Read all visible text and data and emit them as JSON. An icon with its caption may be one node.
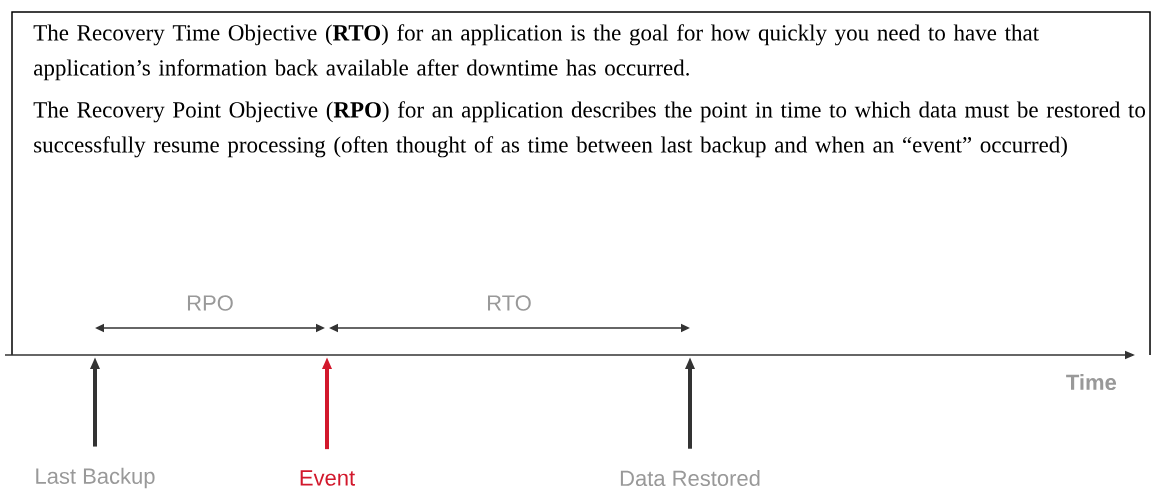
{
  "diagram": {
    "nodes": [
      {
        "text": [
          "Last Backup"
        ]
      },
      {
        "text": [
          "Event"
        ]
      },
      {
        "text": [
          "Data Restored"
        ]
      }
    ],
    "edges": [
      {
        "from": 0,
        "to": null,
        "arrow": "to"
      },
      {
        "from": 1,
        "to": null,
        "arrow": "to",
        "color": "#d2182c"
      },
      {
        "from": 2,
        "to": null,
        "arrow": "to"
      }
    ],
    "labels": [
      "The Recovery Time Objective (**RTO**) for an application is the goal for how quickly you need to have that application’s information back available after downtime has occurred.",
      "The Recovery Point Objective (**RPO**) for an application describes the point in time to which data must be restored to successfully resume processing (often thought of as time between last backup and when an “event” occurred)",
      "RPO",
      "RTO",
      "Time"
    ]
  }
}
